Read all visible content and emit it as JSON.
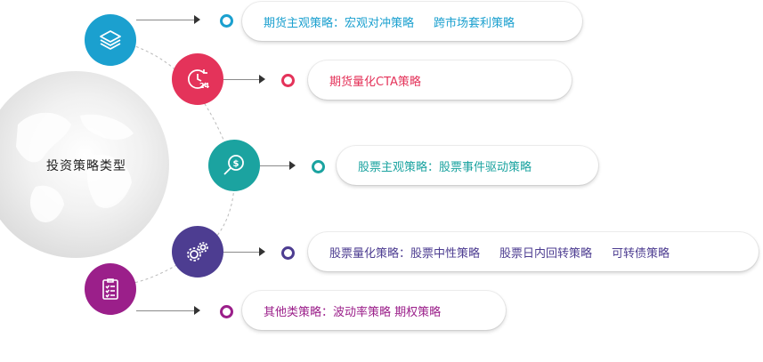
{
  "center_title": "投资策略类型",
  "colors": {
    "teal_blue": "#1ba0cf",
    "crimson": "#e4335a",
    "teal_green": "#1ba3a0",
    "indigo": "#4d3d91",
    "purple": "#9b1f8a"
  },
  "branches": [
    {
      "icon": "layers-icon",
      "items": [
        "期货主观策略：宏观对冲策略",
        "跨市场套利策略"
      ]
    },
    {
      "icon": "clock-24-icon",
      "items": [
        "期货量化CTA策略"
      ]
    },
    {
      "icon": "magnifier-dollar-icon",
      "items": [
        "股票主观策略：股票事件驱动策略"
      ]
    },
    {
      "icon": "gears-icon",
      "items": [
        "股票量化策略：股票中性策略",
        "股票日内回转策略",
        "可转债策略"
      ]
    },
    {
      "icon": "clipboard-checklist-icon",
      "items": [
        "其他类策略：波动率策略 期权策略"
      ]
    }
  ]
}
